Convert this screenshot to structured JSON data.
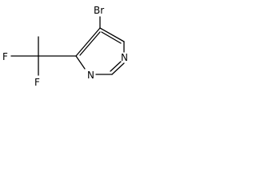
{
  "molecule": {
    "atoms": {
      "bromine": "Br",
      "nitrogen_top": "N",
      "nitrogen_bottom": "N",
      "fluorine_left": "F",
      "fluorine_bottom": "F"
    },
    "bond_color": "#000000",
    "label_color": "#000000",
    "background": "#ffffff"
  }
}
